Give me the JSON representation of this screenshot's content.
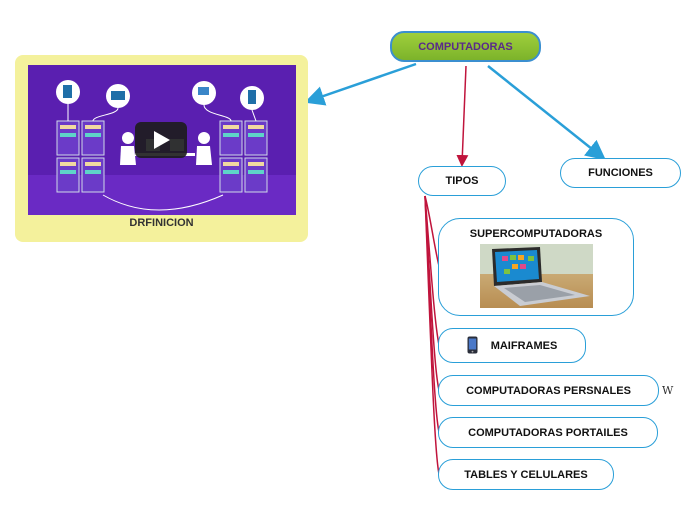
{
  "root": {
    "label": "COMPUTADORAS"
  },
  "definition": {
    "label": "DRFINICION",
    "media": "video-thumbnail",
    "play_icon": "play-icon"
  },
  "tipos": {
    "label": "TIPOS"
  },
  "funciones": {
    "label": "FUNCIONES"
  },
  "types": [
    {
      "label": "SUPERCOMPUTADORAS",
      "image": "laptop-image"
    },
    {
      "label": "MAIFRAMES",
      "icon": "phone-icon"
    },
    {
      "label": "COMPUTADORAS PERSNALES",
      "note": "W"
    },
    {
      "label": "COMPUTADORAS PORTAILES"
    },
    {
      "label": "TABLES Y CELULARES"
    }
  ],
  "colors": {
    "connector_blue": "#2a9fd8",
    "connector_red": "#c0143c",
    "root_fill": "#8cc63f",
    "card_fill": "#f4f19c",
    "video_bg": "#5a1fb0"
  }
}
